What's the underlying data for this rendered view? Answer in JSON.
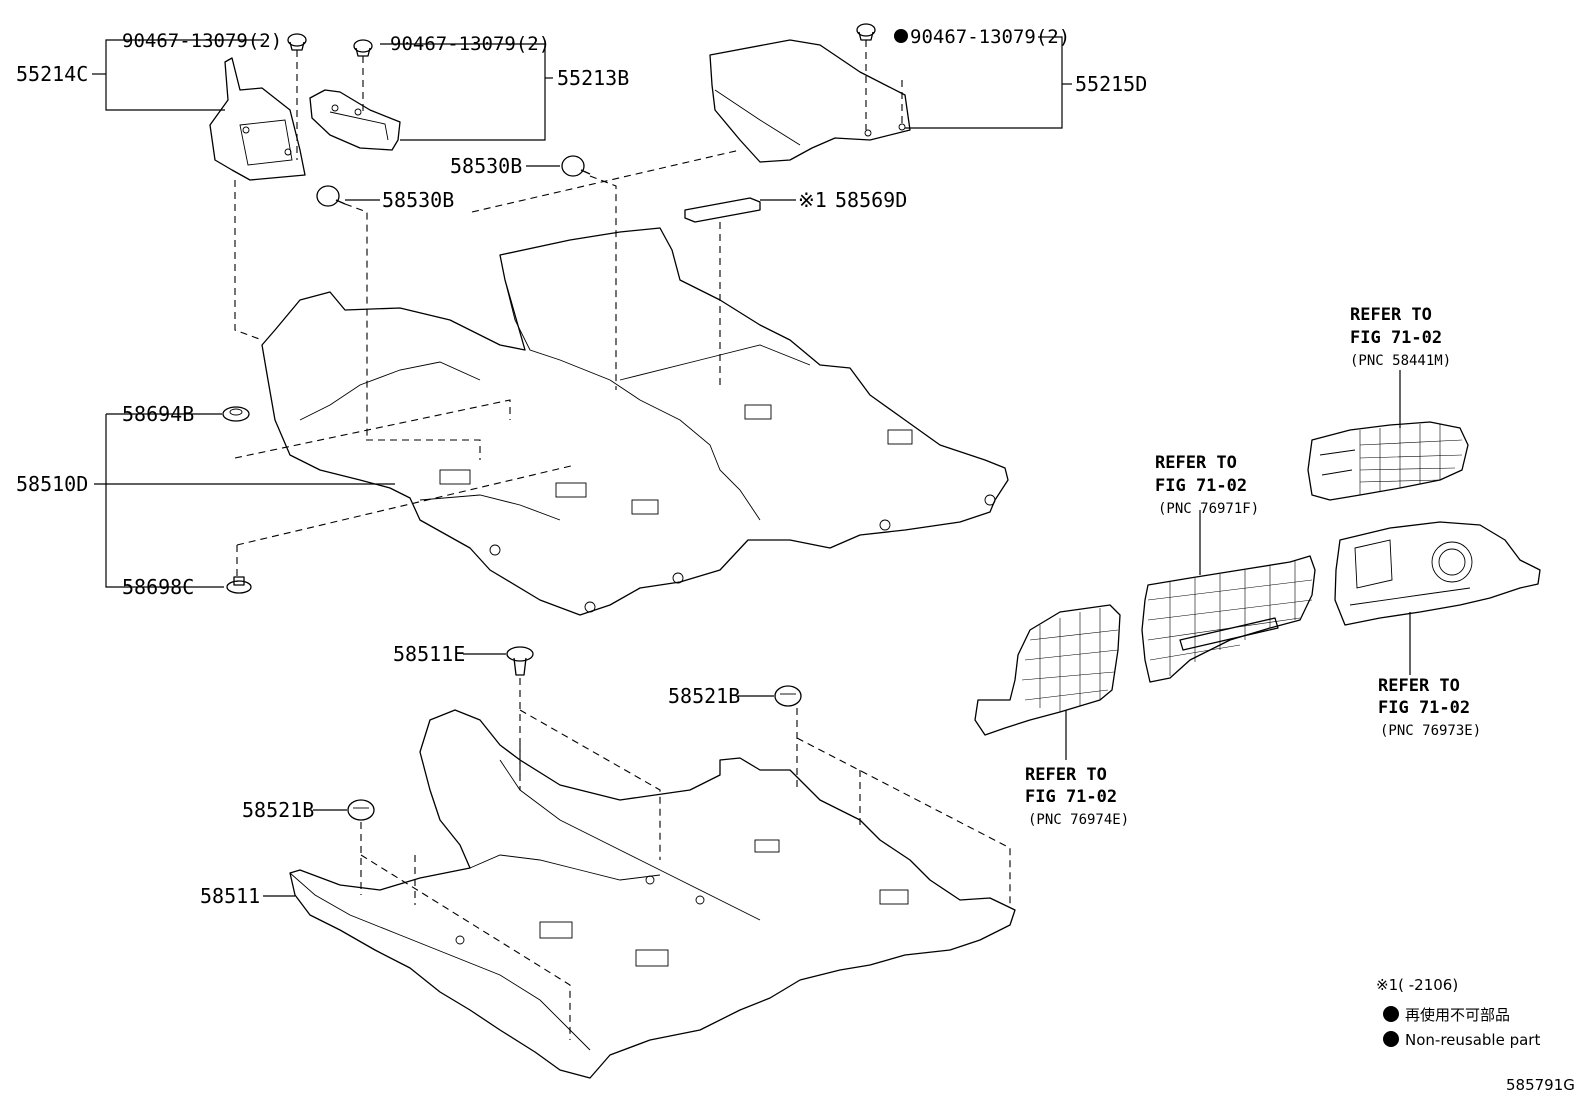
{
  "labels": {
    "p55214c": "55214C",
    "p55213b": "55213B",
    "p55215d": "55215D",
    "p90467_a": "90467-13079(2)",
    "p90467_b": "90467-13079(2)",
    "p90467_c": "90467-13079(2)",
    "p58530b_a": "58530B",
    "p58530b_b": "58530B",
    "p58569d": "58569D",
    "p58569d_prefix": "※1",
    "p58694b": "58694B",
    "p58510d": "58510D",
    "p58698c": "58698C",
    "p58511e": "58511E",
    "p58521b_a": "58521B",
    "p58521b_b": "58521B",
    "p58511": "58511"
  },
  "refs": [
    {
      "line1": "REFER TO",
      "line2": "FIG 71-02",
      "pnc": "(PNC 58441M)"
    },
    {
      "line1": "REFER TO",
      "line2": "FIG 71-02",
      "pnc": "(PNC 76971F)"
    },
    {
      "line1": "REFER TO",
      "line2": "FIG 71-02",
      "pnc": "(PNC 76973E)"
    },
    {
      "line1": "REFER TO",
      "line2": "FIG 71-02",
      "pnc": "(PNC 76974E)"
    }
  ],
  "legend": {
    "note1": "※1(     -2106)",
    "non_reusable_jp": "再使用不可部品",
    "non_reusable_en": "Non-reusable part"
  },
  "diagram_code": "585791G"
}
